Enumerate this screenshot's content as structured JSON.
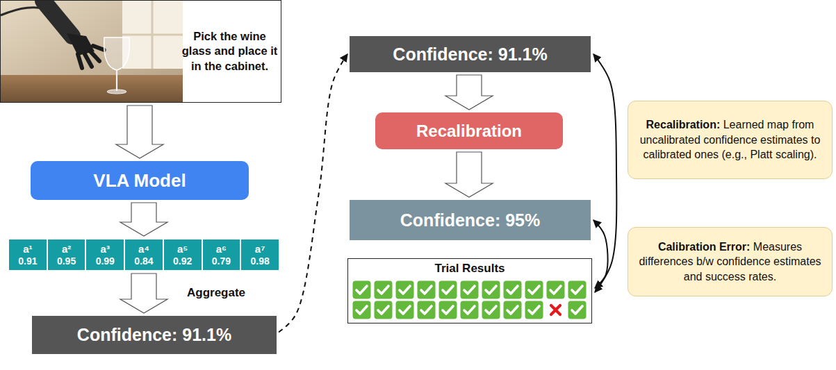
{
  "diagram": {
    "nodes": [
      {
        "text": [
          "Pick the wine glass and place it in the cabinet."
        ]
      },
      {
        "text": [
          "VLA Model"
        ]
      },
      {
        "text": [
          "a¹",
          "0.91"
        ]
      },
      {
        "text": [
          "a²",
          "0.95"
        ]
      },
      {
        "text": [
          "a³",
          "0.99"
        ]
      },
      {
        "text": [
          "a⁴",
          "0.84"
        ]
      },
      {
        "text": [
          "a⁵",
          "0.92"
        ]
      },
      {
        "text": [
          "a⁶",
          "0.79"
        ]
      },
      {
        "text": [
          "a⁷",
          "0.98"
        ]
      },
      {
        "text": [
          "Confidence: 91.1%"
        ]
      },
      {
        "text": [
          "Confidence: 91.1%"
        ]
      },
      {
        "text": [
          "Recalibration"
        ]
      },
      {
        "text": [
          "Confidence: 95%"
        ]
      },
      {
        "text": [
          "Trial Results"
        ]
      },
      {
        "text": [
          "Recalibration:",
          "Learned map from uncalibrated confidence estimates to calibrated ones (e.g., Platt scaling)."
        ]
      },
      {
        "text": [
          "Calibration Error:",
          "Measures differences b/w confidence estimates and success rates."
        ]
      }
    ],
    "edges": [
      {
        "from": 0,
        "to": 1,
        "arrow": "to"
      },
      {
        "from": 1,
        "to": 5,
        "arrow": "to"
      },
      {
        "from": 5,
        "to": 9,
        "arrow": "to",
        "label": "Aggregate"
      },
      {
        "from": 9,
        "to": 10,
        "arrow": "to"
      },
      {
        "from": 10,
        "to": 11,
        "arrow": "to"
      },
      {
        "from": 11,
        "to": 12,
        "arrow": "to"
      },
      {
        "from": 10,
        "to": 13,
        "arrow": "both"
      },
      {
        "from": 12,
        "to": 13,
        "arrow": "both"
      }
    ]
  }
}
